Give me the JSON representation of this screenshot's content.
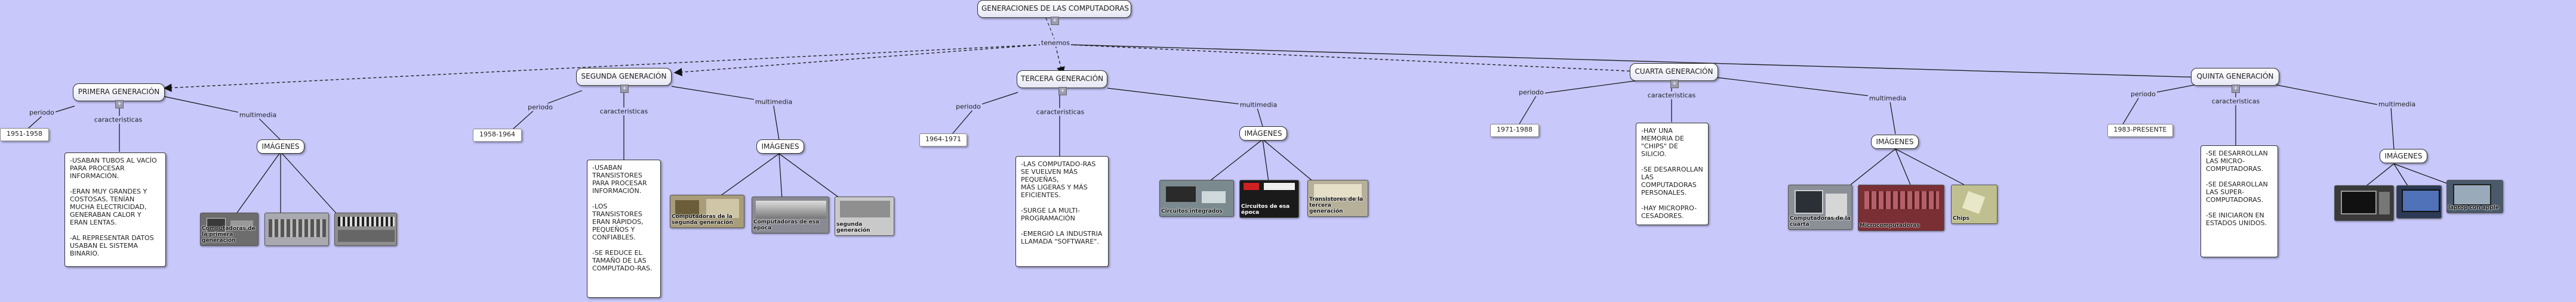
{
  "root": {
    "title": "GENERACIONES DE LAS COMPUTADORAS",
    "link_label": "tenemos"
  },
  "common_labels": {
    "period": "periodo",
    "characteristics": "caracteristicas",
    "multimedia": "multimedia",
    "images": "IMÁGENES"
  },
  "generations": [
    {
      "id": "g1",
      "name": "PRIMERA GENERACIÓN",
      "period": "1951-1958",
      "characteristics": "-USABAN TUBOS AL VACÍO PARA PROCESAR INFORMACIÓN.\n\n-ERAN MUY GRANDES Y COSTOSAS, TENÍAN MUCHA ELECTRICIDAD, GENERABAN CALOR Y ERAN LENTAS.\n\n-AL REPRESENTAR DATOS USABAN EL SISTEMA BINARIO.",
      "images": [
        {
          "caption": "Computadoras de la primera generación",
          "color": "#6d6d6d"
        },
        {
          "caption": "",
          "color": "#a9a9b0"
        },
        {
          "caption": "",
          "color": "#8e8e8e"
        }
      ]
    },
    {
      "id": "g2",
      "name": "SEGUNDA GENERACIÓN",
      "period": "1958-1964",
      "characteristics": "-USABAN TRANSISTORES PARA PROCESAR INFORMACIÓN.\n\n-LOS TRANSISTORES ERAN RÁPIDOS, PEQUEÑOS Y CONFIABLES.\n\n-SE REDUCE EL TAMAÑO DE LAS COMPUTADO-RAS.",
      "images": [
        {
          "caption": "Computadoras de la segunda generación",
          "color": "#a89c7a"
        },
        {
          "caption": "Computadoras de esa época",
          "color": "#8a8a94"
        },
        {
          "caption": "segunda generación",
          "color": "#c9c9c9"
        }
      ]
    },
    {
      "id": "g3",
      "name": "TERCERA GENERACIÓN",
      "period": "1964-1971",
      "characteristics": "-LAS COMPUTADO-RAS\nSE VUELVEN MÁS PEQUEÑAS,\nMÁS LIGERAS Y MÁS EFICIENTES.\n\n-SURGE LA MULTI-PROGRAMACIÓN\n\n-EMERGIÓ LA INDUSTRIA\nLLAMADA \"SOFTWARE\".",
      "images": [
        {
          "caption": "Circuitos integrados",
          "color": "#7b8a8f"
        },
        {
          "caption": "Circuitos de esa época",
          "color": "#1a1a1a"
        },
        {
          "caption": "Transistores de la tercera generación",
          "color": "#b6b09a"
        }
      ]
    },
    {
      "id": "g4",
      "name": "CUARTA GENERACIÓN",
      "period": "1971-1988",
      "characteristics": "-HAY UNA MEMORIA DE \"CHIPS\" DE SILICIO.\n\n-SE DESARROLLAN LAS COMPUTADORAS PERSONALES.\n\n-HAY MICROPRO-CESADORES.",
      "images": [
        {
          "caption": "Computadoras de la cuarta",
          "color": "#8b8f96"
        },
        {
          "caption": "Microcomputadoras",
          "color": "#7a2f35"
        },
        {
          "caption": "Chips",
          "color": "#bfbf8f"
        }
      ]
    },
    {
      "id": "g5",
      "name": "QUINTA GENERACIÓN",
      "period": "1983-PRESENTE",
      "characteristics": "-SE DESARROLLAN LAS MICRO-COMPUTADORAS.\n\n-SE DESARROLLAN LAS SUPER-COMPUTADORAS.\n\n-SE INICIARON EN ESTADOS UNIDOS.",
      "images": [
        {
          "caption": "",
          "color": "#3a3a3a"
        },
        {
          "caption": "",
          "color": "#2d3a55"
        },
        {
          "caption": "laptop con apple",
          "color": "#4a5a6a"
        }
      ]
    }
  ]
}
